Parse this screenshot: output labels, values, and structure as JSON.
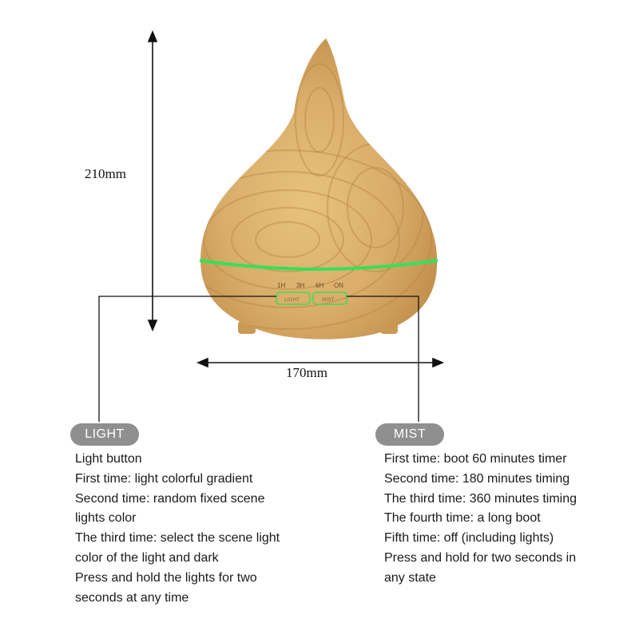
{
  "dimensions": {
    "height": "210mm",
    "width": "170mm"
  },
  "device": {
    "timer_labels": [
      "1H",
      "3H",
      "6H",
      "ON"
    ],
    "light_button": "LIGHT",
    "mist_button": "MIST"
  },
  "colors": {
    "ring": "#35e05a",
    "pill": "#8f8f8f",
    "wood": "#d9ad6a"
  },
  "light": {
    "badge": "LIGHT",
    "lines": [
      "Light button",
      "First time: light colorful gradient",
      "Second time: random fixed scene",
      "lights color",
      "The third time: select the scene light",
      "color of the light and dark",
      "Press and hold the lights for two",
      "seconds at any time"
    ]
  },
  "mist": {
    "badge": "MIST",
    "lines": [
      "First time: boot 60 minutes timer",
      "Second time: 180 minutes timing",
      "The third time: 360 minutes timing",
      "The fourth time: a long boot",
      "Fifth time: off (including lights)",
      "Press and hold for two seconds in",
      "any state"
    ]
  }
}
